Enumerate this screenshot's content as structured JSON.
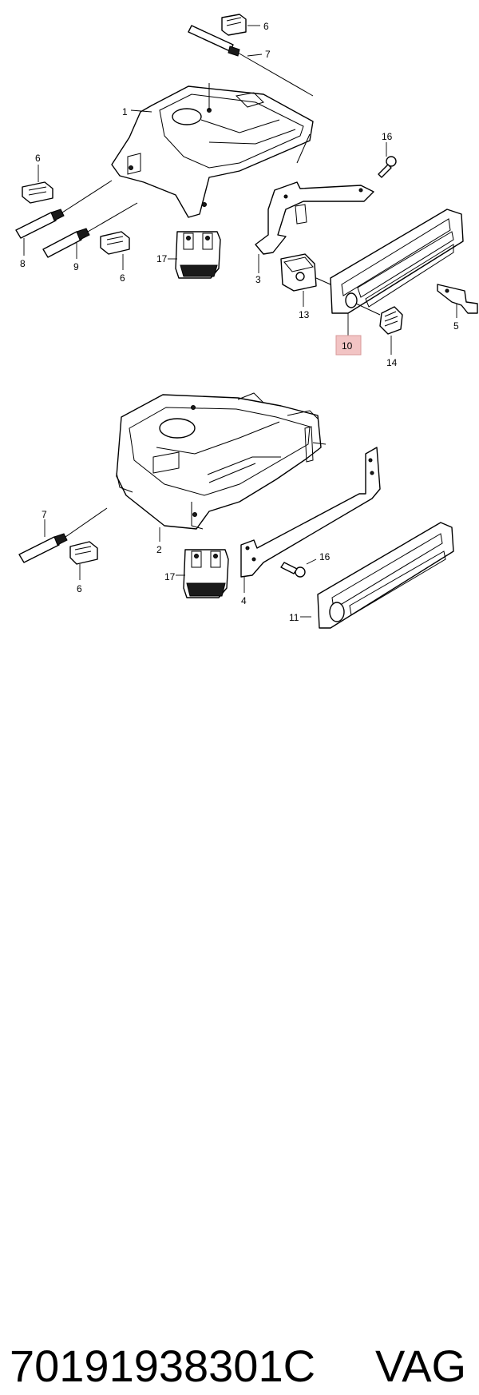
{
  "callouts": {
    "c1": "1",
    "c2": "2",
    "c3": "3",
    "c4": "4",
    "c5": "5",
    "c6a": "6",
    "c6b": "6",
    "c6c": "6",
    "c6d": "6",
    "c7a": "7",
    "c7b": "7",
    "c8": "8",
    "c9": "9",
    "c10": "10",
    "c11": "11",
    "c13": "13",
    "c14": "14",
    "c16a": "16",
    "c16b": "16",
    "c17a": "17",
    "c17b": "17"
  },
  "highlight_color": "#f2c4c4",
  "footer": {
    "part_number": "7019193830​1C",
    "brand": "VAG"
  }
}
